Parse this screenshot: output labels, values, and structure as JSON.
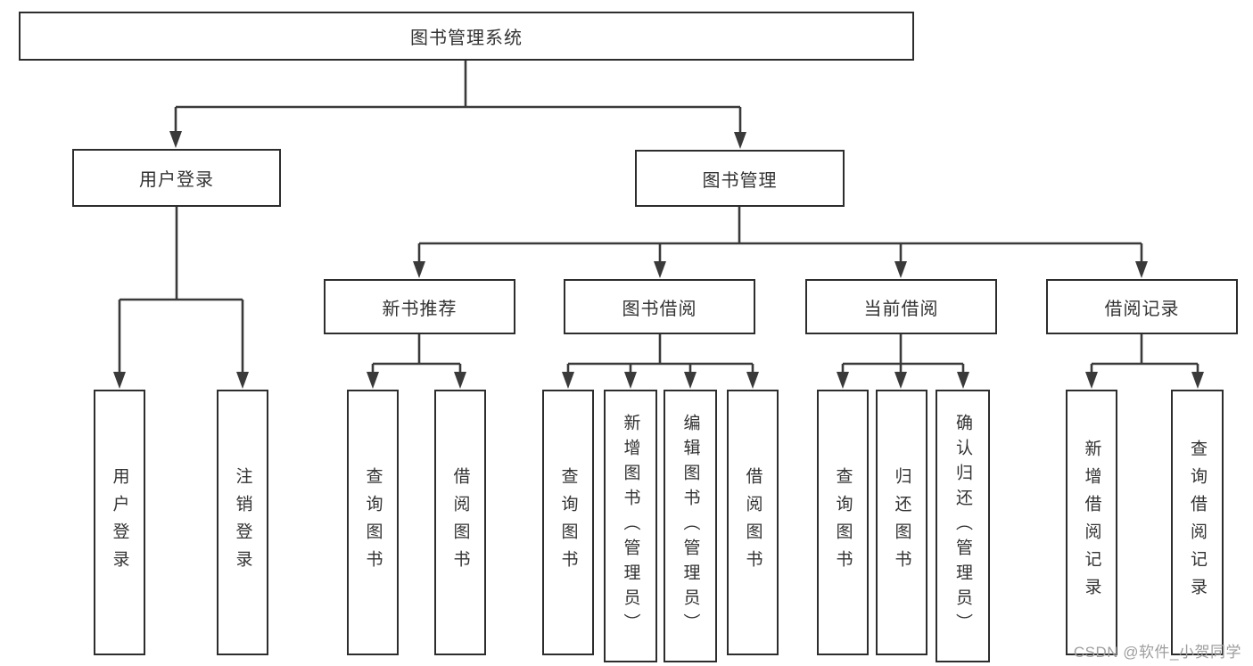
{
  "diagram": {
    "type": "hierarchy-tree",
    "colors": {
      "background": "#ffffff",
      "line": "#3a3a3a",
      "box_border": "#2d2d2d",
      "box_fill": "#ffffff",
      "text": "#333333",
      "watermark_text": "#9e9e9e"
    },
    "tree": {
      "root": {
        "label": "图书管理系统"
      },
      "branches": [
        {
          "label": "用户登录",
          "children": [
            {
              "label": "用户登录"
            },
            {
              "label": "注销登录"
            }
          ]
        },
        {
          "label": "图书管理",
          "children": [
            {
              "label": "新书推荐",
              "children": [
                {
                  "label": "查询图书"
                },
                {
                  "label": "借阅图书"
                }
              ]
            },
            {
              "label": "图书借阅",
              "children": [
                {
                  "label": "查询图书"
                },
                {
                  "label": "新增图书（管理员）"
                },
                {
                  "label": "编辑图书（管理员）"
                },
                {
                  "label": "借阅图书"
                }
              ]
            },
            {
              "label": "当前借阅",
              "children": [
                {
                  "label": "查询图书"
                },
                {
                  "label": "归还图书"
                },
                {
                  "label": "确认归还（管理员）"
                }
              ]
            },
            {
              "label": "借阅记录",
              "children": [
                {
                  "label": "新增借阅记录"
                },
                {
                  "label": "查询借阅记录"
                }
              ]
            }
          ]
        }
      ]
    }
  },
  "watermark": {
    "text": "CSDN @软件_小贺同学"
  }
}
